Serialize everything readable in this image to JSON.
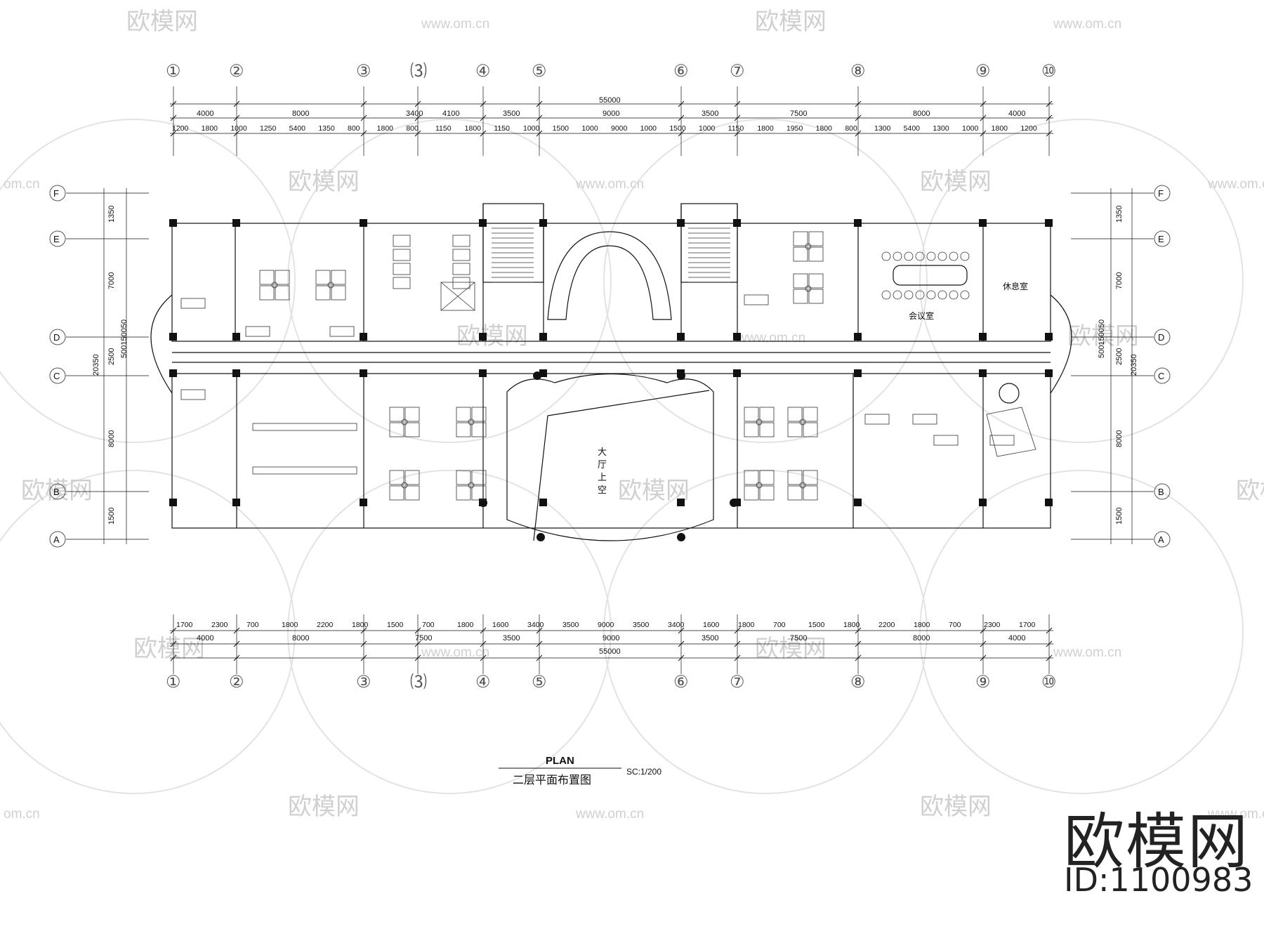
{
  "axes_columns": [
    "①",
    "②",
    "③",
    "⑶",
    "④",
    "⑤",
    "⑥",
    "⑦",
    "⑧",
    "⑨",
    "⑩"
  ],
  "axes_rows": {
    "left": [
      "F",
      "E",
      "D",
      "C",
      "B",
      "A"
    ],
    "right": [
      "F",
      "E",
      "D",
      "C",
      "B",
      "A"
    ]
  },
  "dims_top": {
    "overall": "55000",
    "row2": [
      "4000",
      "8000",
      "3400",
      "4100",
      "3500",
      "9000",
      "3500",
      "7500",
      "8000",
      "4000"
    ],
    "row3": [
      "1200",
      "1800",
      "1000",
      "1250",
      "5400",
      "1350",
      "800",
      "1800",
      "800",
      "1150",
      "1800",
      "1150",
      "1000",
      "1500",
      "1000",
      "9000",
      "1000",
      "1500",
      "1000",
      "1150",
      "1800",
      "1950",
      "1800",
      "800",
      "1300",
      "5400",
      "1300",
      "1000",
      "1800",
      "1200"
    ]
  },
  "dims_bottom": {
    "row1": [
      "1700",
      "2300",
      "700",
      "1800",
      "2200",
      "1800",
      "1500",
      "700",
      "1800",
      "1600",
      "3400",
      "3500",
      "9000",
      "3500",
      "3400",
      "1600",
      "1800",
      "700",
      "1500",
      "1800",
      "2200",
      "1800",
      "700",
      "2300",
      "1700"
    ],
    "row2": [
      "4000",
      "8000",
      "7500",
      "3500",
      "9000",
      "3500",
      "7500",
      "8000",
      "4000"
    ],
    "overall": "55000"
  },
  "dims_side": {
    "segments": [
      "1350",
      "7000",
      "2500",
      "8000",
      "1500"
    ],
    "corridor": "500150050",
    "overall": "20350"
  },
  "rooms": {
    "meeting": "会议室",
    "lounge": "休息室",
    "lobby": "大厅上空"
  },
  "title_block": {
    "plan": "PLAN",
    "subtitle": "二层平面布置图",
    "scale": "SC:1/200"
  },
  "watermark": {
    "logo_text": "欧模网",
    "url": "www.om.cn",
    "url_short": "om.cn",
    "brand_cn": "欧模网",
    "brand_id": "ID:1100983"
  },
  "colors": {
    "line": "#111111",
    "watermark": "#d6d6d6",
    "background": "#ffffff"
  }
}
